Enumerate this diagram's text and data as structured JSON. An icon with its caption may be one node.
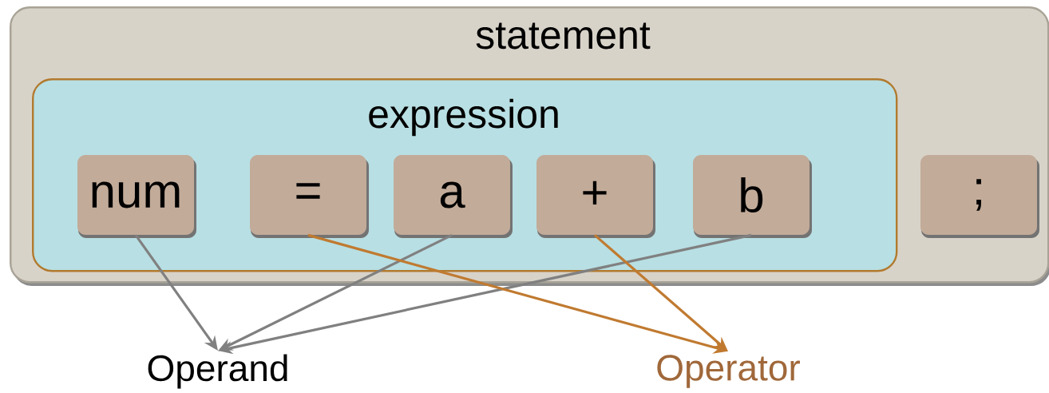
{
  "diagram": {
    "nodes": [
      {
        "text": [
          "statement"
        ]
      },
      {
        "text": [
          "expression"
        ],
        "in": 0
      },
      {
        "text": [
          "num"
        ],
        "in": 1
      },
      {
        "text": [
          "="
        ],
        "in": 1
      },
      {
        "text": [
          "a"
        ],
        "in": 1
      },
      {
        "text": [
          "+"
        ],
        "in": 1
      },
      {
        "text": [
          "b"
        ],
        "in": 1
      },
      {
        "text": [
          ";"
        ],
        "in": 0
      },
      {
        "text": [
          "Operand"
        ]
      },
      {
        "text": [
          "Operator"
        ]
      }
    ],
    "edges": [
      {
        "from": 2,
        "to": 8,
        "arrow": "to"
      },
      {
        "from": 4,
        "to": 8,
        "arrow": "to"
      },
      {
        "from": 6,
        "to": 8,
        "arrow": "to"
      },
      {
        "from": 3,
        "to": 9,
        "arrow": "to",
        "color": "#c07a30"
      },
      {
        "from": 5,
        "to": 9,
        "arrow": "to",
        "color": "#c07a30"
      }
    ]
  }
}
